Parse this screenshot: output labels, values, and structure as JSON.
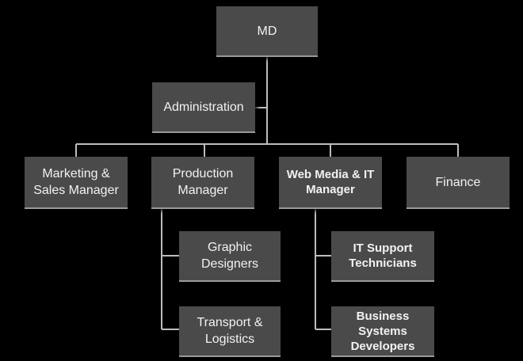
{
  "nodes": {
    "md": "MD",
    "administration": "Administration",
    "marketing": "Marketing &\nSales Manager",
    "production": "Production\nManager",
    "webmedia": "Web Media & IT\nManager",
    "finance": "Finance",
    "graphic": "Graphic\nDesigners",
    "transport": "Transport &\nLogistics",
    "itsupport": "IT Support\nTechnicians",
    "business": "Business\nSystems\nDevelopers"
  },
  "colors": {
    "background": "#000000",
    "box": "#4a4a4a",
    "text": "#f2f2f2",
    "connector": "#bdbdbd"
  }
}
